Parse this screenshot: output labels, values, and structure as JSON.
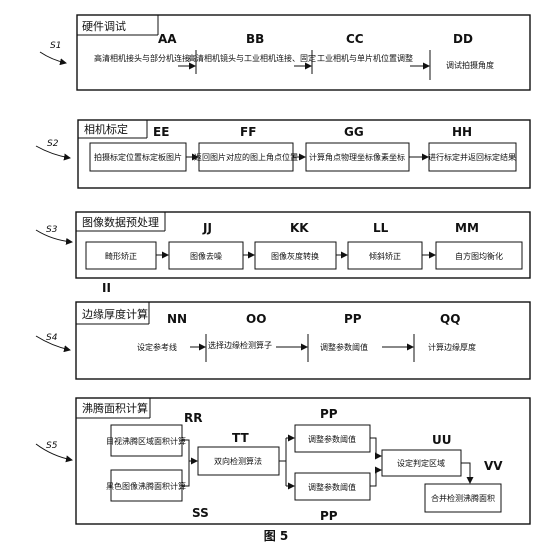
{
  "figure_caption": "图 5",
  "stages": [
    {
      "step": "S1",
      "title": "硬件调试",
      "labels": [
        "AA",
        "BB",
        "CC",
        "DD"
      ],
      "boxes": [
        "高清相机接头与部分机连接",
        "高清相机镜头与工业相机连接、固定",
        "工业相机与单片机位置调整",
        "调试拍摄角度"
      ]
    },
    {
      "step": "S2",
      "title": "相机标定",
      "labels": [
        "EE",
        "FF",
        "GG",
        "HH"
      ],
      "boxes": [
        "拍摄标定位置标定板图片",
        "返回图片对应的图上角点位置",
        "计算角点物理坐标像素坐标",
        "进行标定并返回标定结果"
      ]
    },
    {
      "step": "S3",
      "title": "图像数据预处理",
      "labels": [
        "II",
        "JJ",
        "KK",
        "LL",
        "MM"
      ],
      "boxes": [
        "畸形矫正",
        "图像去噪",
        "图像灰度转换",
        "倾斜矫正",
        "自方图均衡化"
      ]
    },
    {
      "step": "S4",
      "title": "边缘厚度计算",
      "labels": [
        "NN",
        "OO",
        "PP",
        "QQ"
      ],
      "boxes": [
        "设定参考线",
        "选择边缘检测算子",
        "调整参数阈值",
        "计算边缘厚度"
      ]
    },
    {
      "step": "S5",
      "title": "沸腾面积计算",
      "labels": [
        "RR",
        "SS",
        "TT",
        "PP",
        "PP",
        "UU",
        "VV"
      ],
      "boxes": [
        "目视沸腾区域面积计算",
        "黑色图像沸腾面积计算",
        "双向检测算法",
        "调整参数阈值",
        "调整参数阈值",
        "设定判定区域",
        "合并检测沸腾面积"
      ]
    }
  ]
}
